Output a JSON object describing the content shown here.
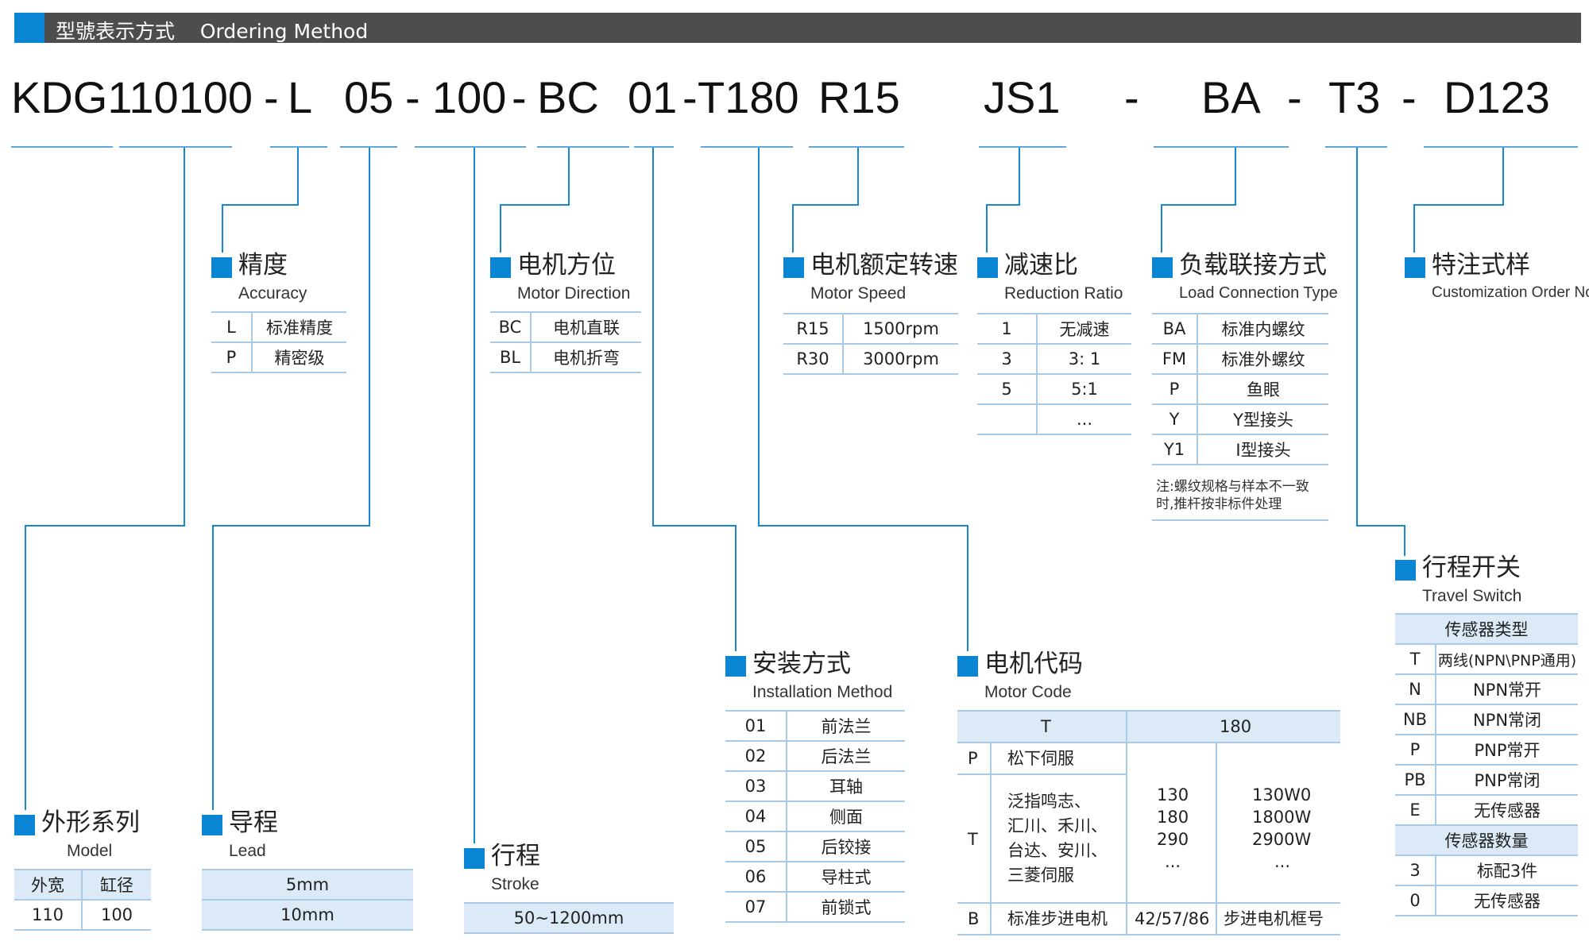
{
  "header": {
    "title_zh": "型號表示方式",
    "title_en": "Ordering Method"
  },
  "code": {
    "model": "KDG110100",
    "sep1": "-",
    "accuracy": "L",
    "lead": "05",
    "sep2": "-",
    "stroke": "100",
    "sep3": "-",
    "motor_direction": "BC",
    "installation": "01",
    "sep4": "-",
    "motor_code": "T180",
    "motor_speed": "R15",
    "reduction": "JS1",
    "sep5": "-",
    "load": "BA",
    "sep6": "-",
    "travel_switch": "T3",
    "sep7": "-",
    "customization": "D123"
  },
  "accuracy": {
    "title_zh": "精度",
    "title_en": "Accuracy",
    "rows": [
      [
        "L",
        "标准精度"
      ],
      [
        "P",
        "精密级"
      ]
    ]
  },
  "motor_direction": {
    "title_zh": "电机方位",
    "title_en": "Motor Direction",
    "rows": [
      [
        "BC",
        "电机直联"
      ],
      [
        "BL",
        "电机折弯"
      ]
    ]
  },
  "motor_speed": {
    "title_zh": "电机额定转速",
    "title_en": "Motor Speed",
    "rows": [
      [
        "R15",
        "1500rpm"
      ],
      [
        "R30",
        "3000rpm"
      ]
    ]
  },
  "reduction": {
    "title_zh": "减速比",
    "title_en": "Reduction Ratio",
    "rows": [
      [
        "1",
        "无减速"
      ],
      [
        "3",
        "3: 1"
      ],
      [
        "5",
        "5:1"
      ],
      [
        "",
        "..."
      ]
    ]
  },
  "load": {
    "title_zh": "负载联接方式",
    "title_en": "Load Connection Type",
    "rows": [
      [
        "BA",
        "标准内螺纹"
      ],
      [
        "FM",
        "标准外螺纹"
      ],
      [
        "P",
        "鱼眼"
      ],
      [
        "Y",
        "Y型接头"
      ],
      [
        "Y1",
        "I型接头"
      ]
    ],
    "note_line1": "注:螺纹规格与样本不一致",
    "note_line2": "时,推杆按非标件处理"
  },
  "customization": {
    "title_zh": "特注式样",
    "title_en": "Customization Order No."
  },
  "travel_switch": {
    "title_zh": "行程开关",
    "title_en": "Travel Switch",
    "type_header": "传感器类型",
    "types": [
      [
        "T",
        "两线(NPN\\PNP通用)"
      ],
      [
        "N",
        "NPN常开"
      ],
      [
        "NB",
        "NPN常闭"
      ],
      [
        "P",
        "PNP常开"
      ],
      [
        "PB",
        "PNP常闭"
      ],
      [
        "E",
        "无传感器"
      ]
    ],
    "qty_header": "传感器数量",
    "qty": [
      [
        "3",
        "标配3件"
      ],
      [
        "0",
        "无传感器"
      ]
    ]
  },
  "installation": {
    "title_zh": "安装方式",
    "title_en": "Installation Method",
    "rows": [
      [
        "01",
        "前法兰"
      ],
      [
        "02",
        "后法兰"
      ],
      [
        "03",
        "耳轴"
      ],
      [
        "04",
        "侧面"
      ],
      [
        "05",
        "后铰接"
      ],
      [
        "06",
        "导柱式"
      ],
      [
        "07",
        "前锁式"
      ]
    ]
  },
  "motor_code": {
    "title_zh": "电机代码",
    "title_en": "Motor Code",
    "header": [
      "T",
      "180"
    ],
    "p_code": "P",
    "p_desc": "松下伺服",
    "t_code": "T",
    "t_desc": [
      "泛指鸣志、",
      "汇川、禾川、",
      "台达、安川、",
      "三菱伺服"
    ],
    "frames": [
      "130",
      "180",
      "290",
      "..."
    ],
    "powers": [
      "130W0",
      "1800W",
      "2900W",
      "..."
    ],
    "b_code": "B",
    "b_desc": "标准步进电机",
    "b_frames": "42/57/86",
    "b_note": "步进电机框号"
  },
  "model": {
    "title_zh": "外形系列",
    "title_en": "Model",
    "headers": [
      "外宽",
      "缸径"
    ],
    "values": [
      "110",
      "100"
    ]
  },
  "lead": {
    "title_zh": "导程",
    "title_en": "Lead",
    "values": [
      "5mm",
      "10mm"
    ]
  },
  "stroke": {
    "title_zh": "行程",
    "title_en": "Stroke",
    "value": "50~1200mm"
  },
  "colors": {
    "accent": "#0a86d4",
    "header_bar": "#4d4d4f",
    "table_rule": "#a9cbe6",
    "table_shade": "#dbeaf6"
  }
}
